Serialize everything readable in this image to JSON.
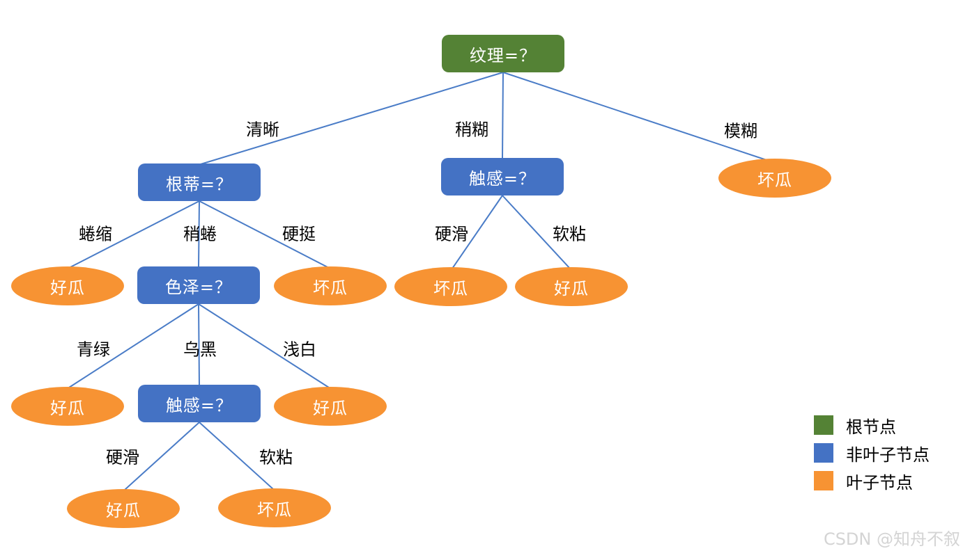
{
  "colors": {
    "root": "#548235",
    "internal": "#4472C4",
    "leaf": "#F79333",
    "edge": "#4A7CC7",
    "node-text": "#FFFFFF",
    "watermark": "#D4D4D4"
  },
  "tree": {
    "type": "decision-tree",
    "label": "纹理=？",
    "children": [
      {
        "branch": "清晰",
        "label": "根蒂=？",
        "children": [
          {
            "branch": "蜷缩",
            "label": "好瓜"
          },
          {
            "branch": "稍蜷",
            "label": "色泽=？",
            "children": [
              {
                "branch": "青绿",
                "label": "好瓜"
              },
              {
                "branch": "乌黑",
                "label": "触感=？",
                "children": [
                  {
                    "branch": "硬滑",
                    "label": "好瓜"
                  },
                  {
                    "branch": "软粘",
                    "label": "坏瓜"
                  }
                ]
              },
              {
                "branch": "浅白",
                "label": "好瓜"
              }
            ]
          },
          {
            "branch": "硬挺",
            "label": "坏瓜"
          }
        ]
      },
      {
        "branch": "稍糊",
        "label": "触感=？",
        "children": [
          {
            "branch": "硬滑",
            "label": "坏瓜"
          },
          {
            "branch": "软粘",
            "label": "好瓜"
          }
        ]
      },
      {
        "branch": "模糊",
        "label": "坏瓜"
      }
    ]
  },
  "legend": {
    "items": [
      {
        "label": "根节点",
        "color": "#548235"
      },
      {
        "label": "非叶子节点",
        "color": "#4472C4"
      },
      {
        "label": "叶子节点",
        "color": "#F79333"
      }
    ]
  },
  "watermark": "CSDN @知舟不叙"
}
